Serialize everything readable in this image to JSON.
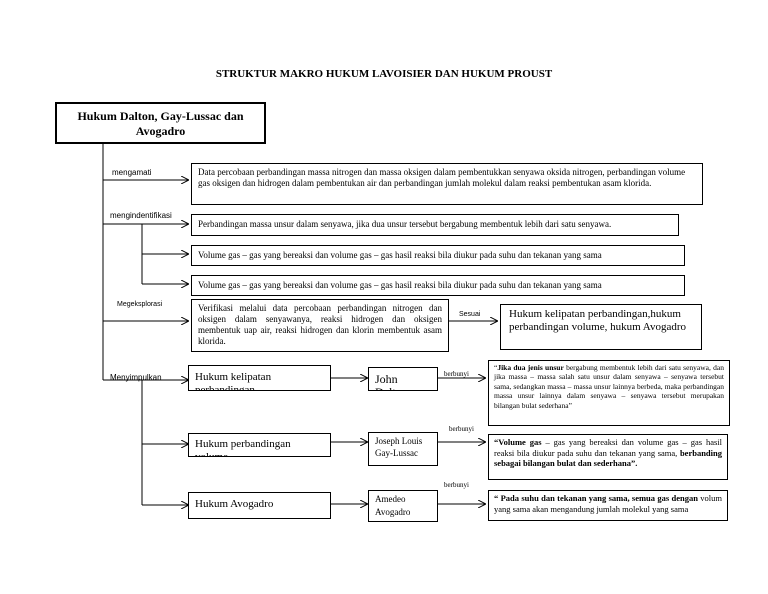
{
  "title": "STRUKTUR MAKRO HUKUM LAVOISIER DAN HUKUM PROUST",
  "root": "Hukum Dalton, Gay-Lussac dan Avogadro",
  "labels": {
    "mengamati": "mengamati",
    "mengidentifikasi": "mengindentifikasi",
    "mengeksplorasi": "Megeksplorasi",
    "menyimpulkan": "Menyimpulkan",
    "sesuai": "Sesuai",
    "berbunyi": "berbunyi"
  },
  "boxes": {
    "observe": "Data percobaan  perbandingan massa nitrogen dan massa oksigen dalam pembentukkan senyawa oksida nitrogen, perbandingan volume gas oksigen dan hidrogen dalam pembentukan air dan perbandingan jumlah molekul dalam reaksi pembentukan asam klorida.",
    "identify1": "Perbandingan massa unsur dalam senyawa, jika dua unsur   tersebut bergabung membentuk lebih dari satu senyawa.",
    "identify2": "Volume gas – gas yang bereaksi dan volume gas – gas hasil reaksi bila diukur pada suhu dan tekanan yang sama",
    "identify3": "Volume gas – gas yang bereaksi dan volume gas – gas hasil reaksi bila diukur pada suhu dan tekanan yang sama",
    "explore": "Verifikasi  melalui data percobaan perbandingan nitrogen dan oksigen dalam senyawanya, reaksi hidrogen dan oksigen membentuk uap air, reaksi hidrogen dan klorin membentuk asam klorida.",
    "explore_result": "Hukum kelipatan perbandingan,hukum perbandingan volume, hukum Avogadro"
  },
  "laws": [
    {
      "law": "Hukum kelipatan perbandingan",
      "person": "John Dalton",
      "statement_bold": "Jika dua jenis unsur",
      "statement_rest": " bergabung membentuk lebih dari satu senyawa, dan jika massa – massa salah satu unsur dalam senyawa – senyawa tersebut sama, sedangkan massa – massa unsur lainnya berbeda, maka perbandingan massa unsur lainnya dalam senyawa – senyawa tersebut merupakan bilangan bulat sederhana",
      "q_open": "“",
      "q_close": "”"
    },
    {
      "law": "Hukum perbandingan volume",
      "person": "Joseph Louis Gay-Lussac",
      "statement_bold": "Volume gas",
      "statement_rest": " – gas yang bereaksi dan volume gas – gas hasil reaksi bila diukur pada suhu dan tekanan yang sama, ",
      "statement_bold2": "berbanding sebagai bilangan bulat dan sederhana",
      "q_open": "“",
      "q_close": "”."
    },
    {
      "law": "Hukum Avogadro",
      "person": "Amedeo Avogadro",
      "statement_bold": "Pada suhu dan tekanan yang sama, semua gas dengan",
      "statement_rest": " volum yang sama akan mengandung jumlah molekul yang sama",
      "q_open": "“ ",
      "q_close": ""
    }
  ]
}
